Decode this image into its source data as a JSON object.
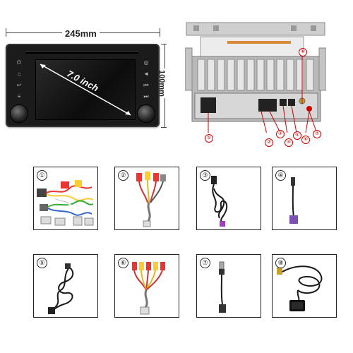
{
  "dimensions": {
    "width_label": "245mm",
    "height_label": "100mm",
    "screen_label": "7.0 inch"
  },
  "back_panel": {
    "port_numbers": [
      "①",
      "②",
      "③",
      "④",
      "⑤",
      "⑥",
      "⑦",
      "⑧"
    ]
  },
  "accessories": [
    {
      "number": "①",
      "item": "wire-harness"
    },
    {
      "number": "②",
      "item": "rca-cable"
    },
    {
      "number": "③",
      "item": "usb-cable"
    },
    {
      "number": "④",
      "item": "antenna-adapter"
    },
    {
      "number": "⑤",
      "item": "usb-extension"
    },
    {
      "number": "⑥",
      "item": "rca-av-cable"
    },
    {
      "number": "⑦",
      "item": "radio-adapter"
    },
    {
      "number": "⑧",
      "item": "gps-antenna"
    }
  ],
  "colors": {
    "line": "#222222",
    "accent_red": "#cc0000"
  }
}
